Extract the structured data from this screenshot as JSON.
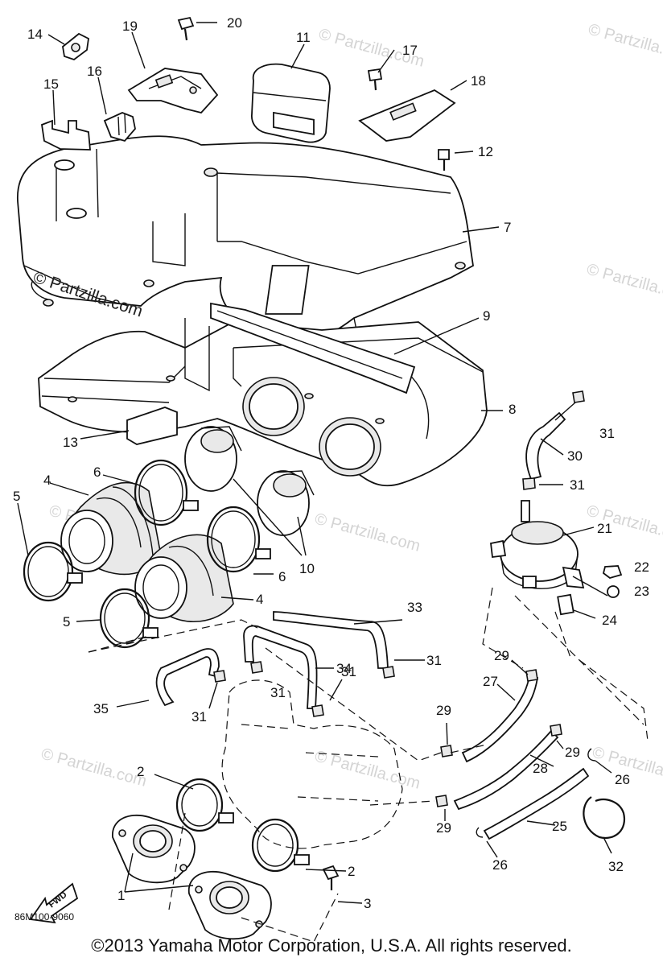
{
  "diagram": {
    "callouts": [
      "1",
      "2",
      "3",
      "4",
      "5",
      "6",
      "7",
      "8",
      "9",
      "10",
      "11",
      "12",
      "13",
      "14",
      "15",
      "16",
      "17",
      "18",
      "19",
      "20",
      "21",
      "22",
      "23",
      "24",
      "25",
      "26",
      "27",
      "28",
      "29",
      "30",
      "31",
      "32",
      "33",
      "34",
      "35"
    ],
    "diagram_code": "86M100-9060",
    "fwd_label": "FWD",
    "watermark": "© Partzilla.com",
    "watermark_overlay": "© Partzilla.com"
  },
  "footer": {
    "copyright": "©2013 Yamaha Motor Corporation, U.S.A. All rights reserved."
  }
}
